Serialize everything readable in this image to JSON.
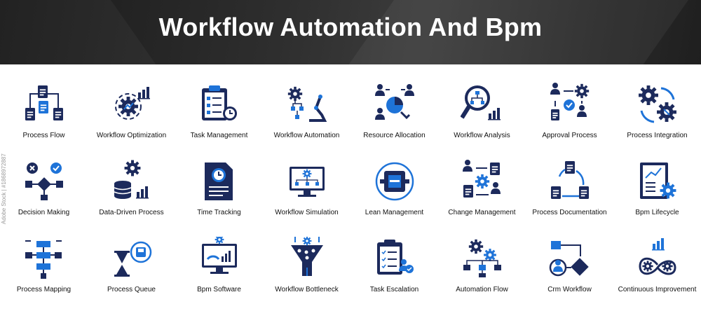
{
  "title": "Workflow Automation And Bpm",
  "colors": {
    "dark": "#1c2a5c",
    "blue": "#1e73d8",
    "banner": "#2a2a2a"
  },
  "watermark_id": "Adobe Stock | #1868972887",
  "icons": [
    {
      "label": "Process Flow",
      "icon": "process-flow-icon"
    },
    {
      "label": "Workflow Optimization",
      "icon": "workflow-optimization-icon"
    },
    {
      "label": "Task Management",
      "icon": "task-management-icon"
    },
    {
      "label": "Workflow Automation",
      "icon": "workflow-automation-icon"
    },
    {
      "label": "Resource Allocation",
      "icon": "resource-allocation-icon"
    },
    {
      "label": "Workflow Analysis",
      "icon": "workflow-analysis-icon"
    },
    {
      "label": "Approval Process",
      "icon": "approval-process-icon"
    },
    {
      "label": "Process Integration",
      "icon": "process-integration-icon"
    },
    {
      "label": "Decision Making",
      "icon": "decision-making-icon"
    },
    {
      "label": "Data-Driven Process",
      "icon": "data-driven-process-icon"
    },
    {
      "label": "Time Tracking",
      "icon": "time-tracking-icon"
    },
    {
      "label": "Workflow Simulation",
      "icon": "workflow-simulation-icon"
    },
    {
      "label": "Lean Management",
      "icon": "lean-management-icon"
    },
    {
      "label": "Change Management",
      "icon": "change-management-icon"
    },
    {
      "label": "Process Documentation",
      "icon": "process-documentation-icon"
    },
    {
      "label": "Bpm Lifecycle",
      "icon": "bpm-lifecycle-icon"
    },
    {
      "label": "Process Mapping",
      "icon": "process-mapping-icon"
    },
    {
      "label": "Process Queue",
      "icon": "process-queue-icon"
    },
    {
      "label": "Bpm Software",
      "icon": "bpm-software-icon"
    },
    {
      "label": "Workflow Bottleneck",
      "icon": "workflow-bottleneck-icon"
    },
    {
      "label": "Task Escalation",
      "icon": "task-escalation-icon"
    },
    {
      "label": "Automation Flow",
      "icon": "automation-flow-icon"
    },
    {
      "label": "Crm Workflow",
      "icon": "crm-workflow-icon"
    },
    {
      "label": "Continuous Improvement",
      "icon": "continuous-improvement-icon"
    }
  ]
}
